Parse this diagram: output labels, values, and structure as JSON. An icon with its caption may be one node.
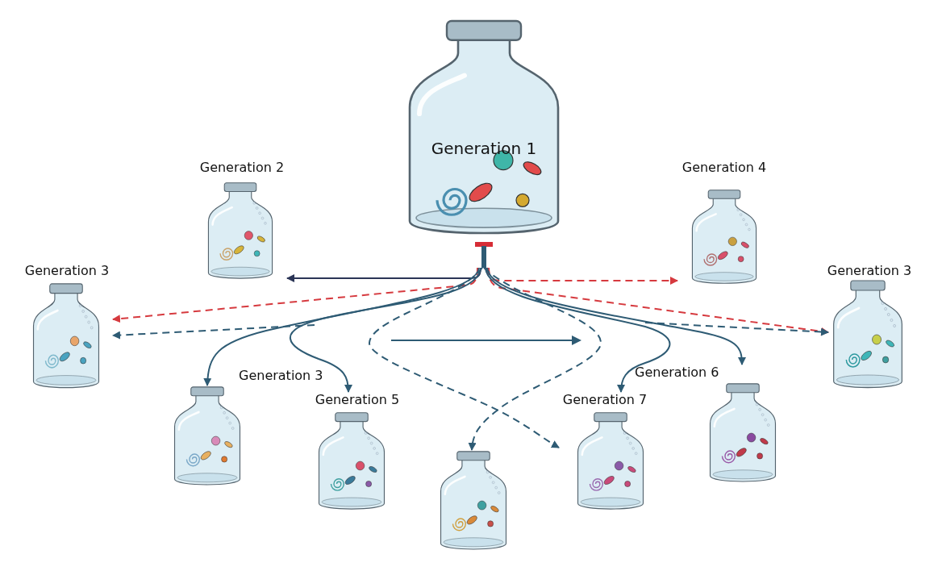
{
  "diagram": {
    "nodes": [
      {
        "text": [
          "Generation 1"
        ]
      },
      {
        "text": [
          "Generation 2"
        ]
      },
      {
        "text": [
          "Generation 3"
        ]
      },
      {
        "text": [
          "Generation 4"
        ]
      },
      {
        "text": [
          "Generation 3"
        ]
      },
      {
        "text": [],
        "shape": "picture",
        "beside": [
          "Generation 3"
        ]
      },
      {
        "text": [
          "Generation 5"
        ]
      },
      {
        "text": [],
        "shape": "picture"
      },
      {
        "text": [
          "Generation 7"
        ]
      },
      {
        "text": [
          "Generation 6"
        ]
      }
    ],
    "edges": [
      {
        "from": 0,
        "to": 1,
        "arrow": "to",
        "color": "#2b3556"
      },
      {
        "from": 0,
        "to": 2,
        "arrow": "to",
        "style": "dashed",
        "color": "#d63a3f"
      },
      {
        "from": 0,
        "to": 3,
        "arrow": "to",
        "style": "dashed",
        "color": "#d63a3f"
      },
      {
        "from": 0,
        "to": 4,
        "arrow": "to",
        "style": "dashed",
        "color": "#d63a3f"
      },
      {
        "from": 0,
        "to": 5,
        "arrow": "to"
      },
      {
        "from": 0,
        "to": 6,
        "arrow": "to"
      },
      {
        "from": 0,
        "to": 8,
        "arrow": "to"
      },
      {
        "from": 0,
        "to": 9,
        "arrow": "to"
      },
      {
        "from": 0,
        "to": 8,
        "arrow": "to",
        "style": "dashed"
      },
      {
        "from": 0,
        "to": 7,
        "arrow": "to",
        "style": "dashed"
      },
      {
        "from": null,
        "to": 2,
        "arrow": "to",
        "style": "dashed"
      },
      {
        "from": null,
        "to": 4,
        "arrow": "to",
        "style": "dashed"
      }
    ]
  }
}
